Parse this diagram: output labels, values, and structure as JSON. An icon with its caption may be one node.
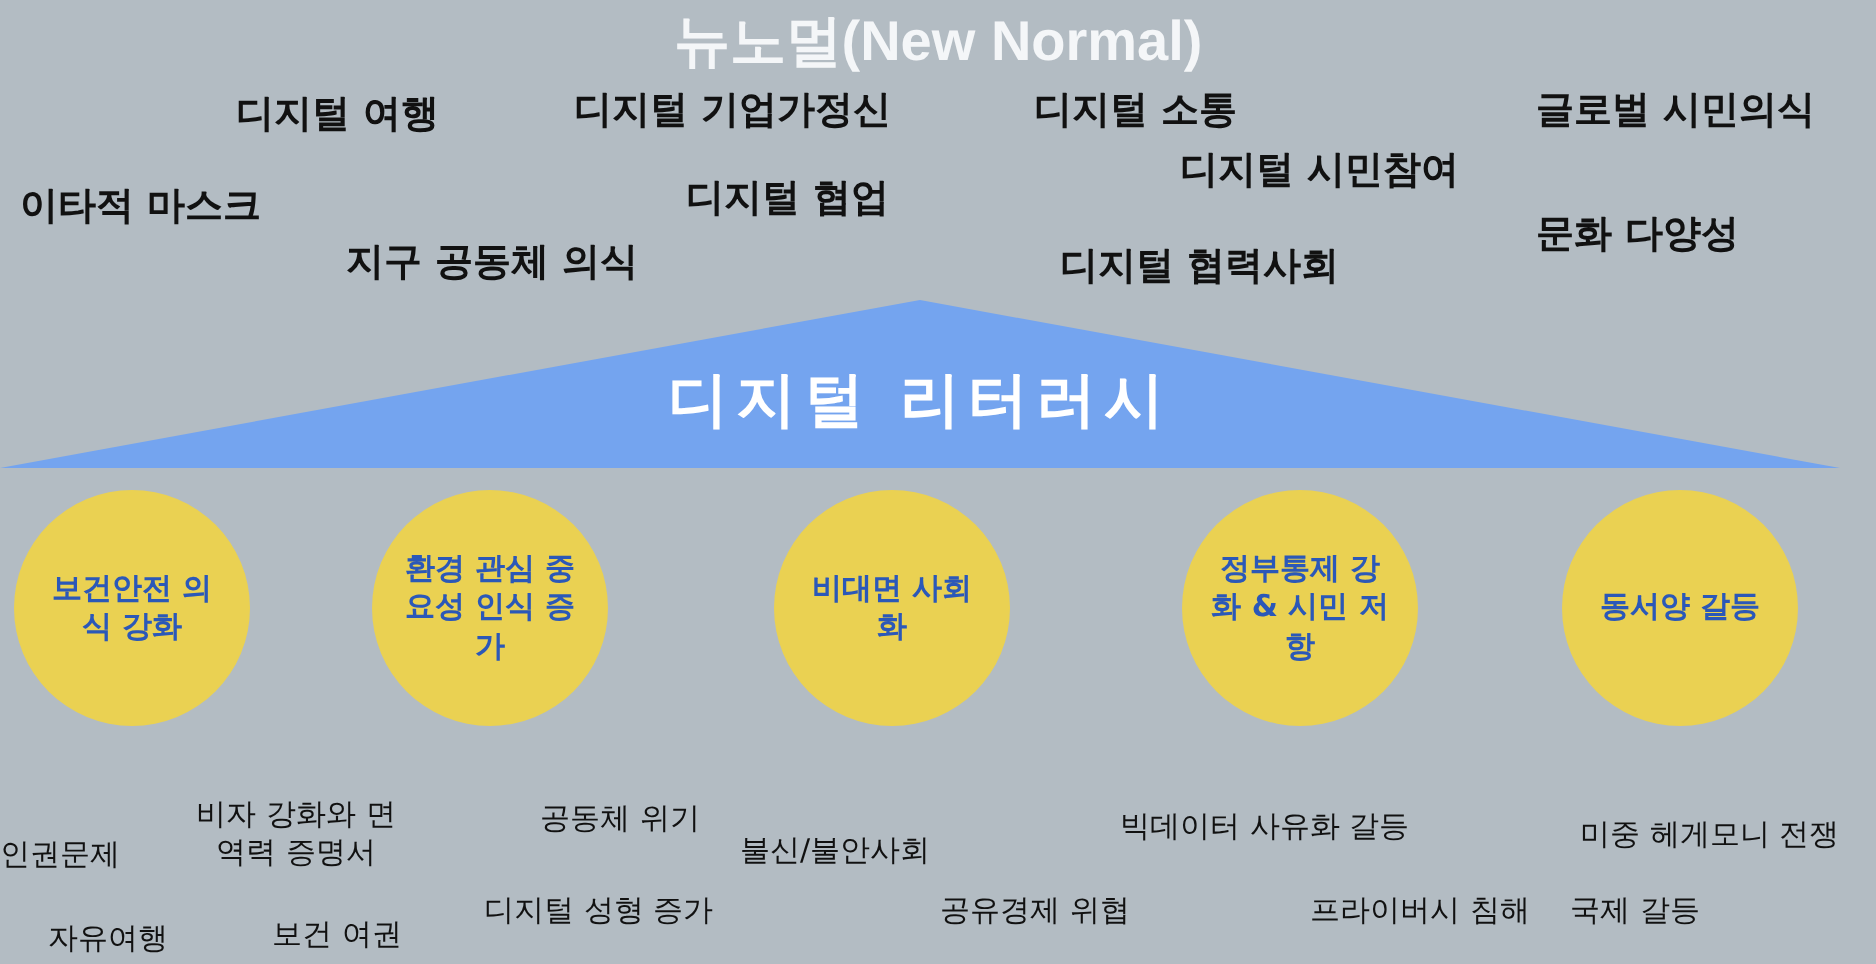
{
  "diagram": {
    "title": "뉴노멀(New Normal)",
    "nodes": [
      {
        "text": [
          "디지털 리터러시"
        ]
      },
      {
        "text": [
          "보건안전 의식 강화"
        ]
      },
      {
        "text": [
          "환경 관심 중요성 인식 증가"
        ]
      },
      {
        "text": [
          "비대면 사회화"
        ]
      },
      {
        "text": [
          "정부통제 강화 & 시민 저항"
        ]
      },
      {
        "text": [
          "동서양 갈등"
        ]
      }
    ],
    "edges": [],
    "labels": [
      "디지털 여행",
      "디지털 기업가정신",
      "디지털 소통",
      "글로벌 시민의식",
      "이타적 마스크",
      "디지털 협업",
      "디지털 시민참여",
      "문화 다양성",
      "지구 공동체 의식",
      "디지털 협력사회",
      "비자 강화와 면역력 증명서",
      "공동체 위기",
      "빅데이터 사유화 갈등",
      "미중 헤게모니 전쟁",
      "인권문제",
      "불신/불안사회",
      "디지털 성형 증가",
      "공유경제 위협",
      "프라이버시 침해",
      "국제 갈등",
      "자유여행",
      "보건 여권"
    ]
  }
}
